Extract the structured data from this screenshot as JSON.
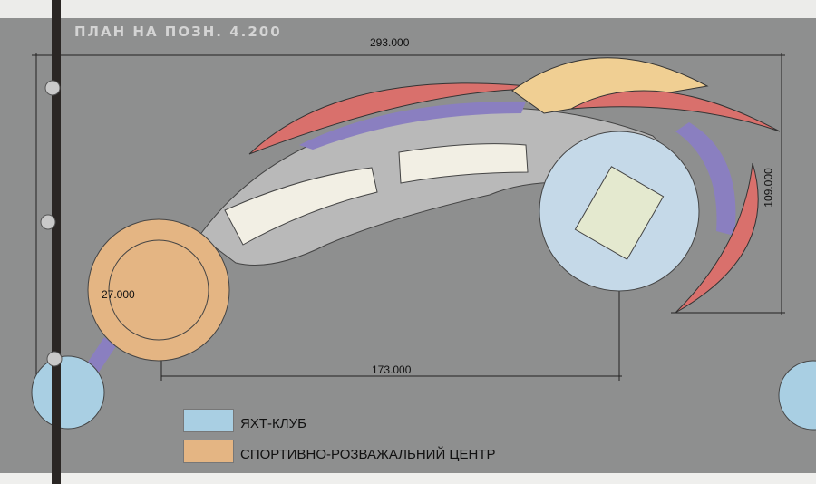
{
  "title": "ПЛАН НА ПОЗН. 4.200",
  "dimensions": {
    "overall_length": "293.000",
    "overall_width": "109.000",
    "center_distance": "173.000",
    "circle_radius": "27.000"
  },
  "legend": [
    {
      "label": "ЯХТ-КЛУБ",
      "color": "#a9cfe3"
    },
    {
      "label": "СПОРТИВНО-РОЗВАЖАЛЬНИЙ ЦЕНТР",
      "color": "#e4b583"
    }
  ],
  "colors": {
    "board": "#8e8f8f",
    "red": "#d9706c",
    "purple": "#8a7fc0",
    "orange": "#e4b583",
    "yellow": "#f0cf93",
    "blue": "#c5d9e8",
    "promenade": "#b9b9b9"
  }
}
